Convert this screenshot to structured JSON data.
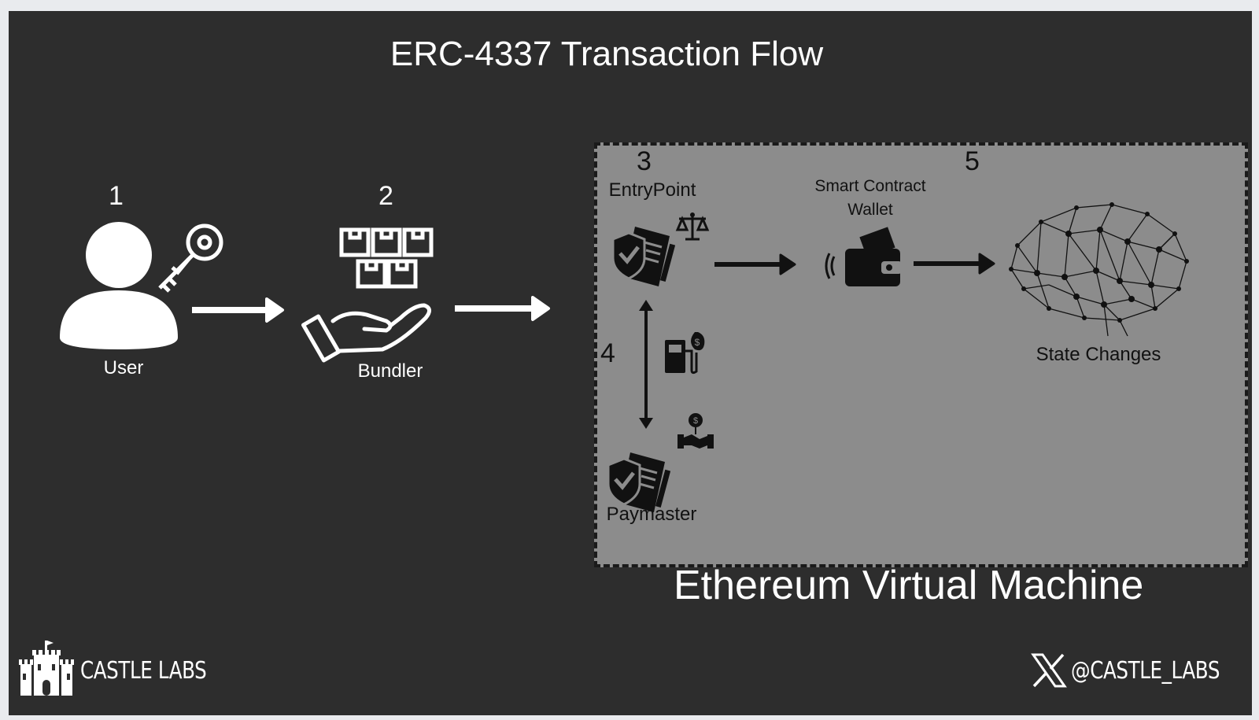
{
  "title": "ERC-4337 Transaction Flow",
  "steps": {
    "user": {
      "number": "1",
      "label": "User"
    },
    "bundler": {
      "number": "2",
      "label": "Bundler"
    },
    "entrypoint": {
      "number": "3",
      "label": "EntryPoint"
    },
    "paymaster": {
      "number": "4",
      "label": "Paymaster"
    },
    "state": {
      "number": "5",
      "label": "State Changes"
    }
  },
  "wallet": {
    "line1": "Smart Contract",
    "line2": "Wallet"
  },
  "evm_label": "Ethereum Virtual Machine",
  "footer": {
    "brand_logo_text": "CASTLE LABS",
    "brand": "CASTLE LABS",
    "handle": "@CASTLE_LABS"
  },
  "colors": {
    "background": "#2d2d2d",
    "evm_box": "#8c8c8c",
    "dark_icons": "#111111",
    "light_icons": "#ffffff"
  },
  "icons": {
    "user": "user-icon",
    "key": "key-icon",
    "packages": "packages-icon",
    "hand": "hand-icon",
    "contract": "contract-icon",
    "scale": "scale-icon",
    "wallet": "wallet-icon",
    "brain": "brain-network-icon",
    "fuel": "fuel-pump-icon",
    "handshake": "handshake-icon",
    "castle": "castle-logo",
    "x": "x-logo"
  }
}
